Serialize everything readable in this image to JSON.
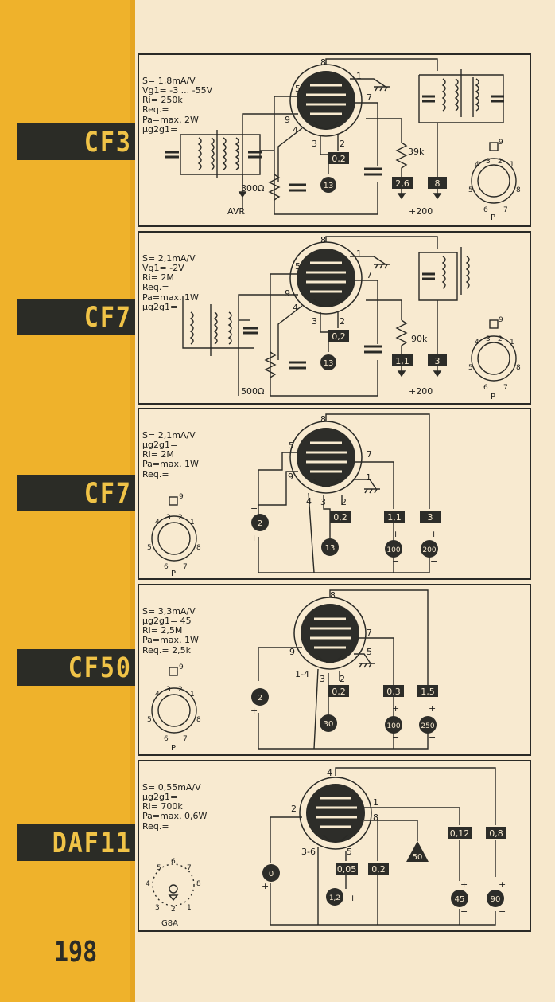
{
  "page_number": "198",
  "colors": {
    "strip": "#efb22b",
    "label_bg": "#2b2c26",
    "label_text": "#f0c347",
    "ink": "#2a2a26",
    "paper": "#f7e8cc"
  },
  "tubes": [
    {
      "name": "CF3",
      "params": [
        "S= 1,8mA/V",
        "Vg1= -3 ... -55V",
        "Ri= 250k",
        "Req.=",
        "Pa=max. 2W",
        "µg2g1="
      ],
      "pins": {
        "p8": "8",
        "p1": "1",
        "p5": "5",
        "p7": "7",
        "p9": "9",
        "p4": "4",
        "p3": "3",
        "p2": "2"
      },
      "boxes": [
        "0,2",
        "2,6",
        "8"
      ],
      "circles": [
        "13"
      ],
      "resistors": [
        "300Ω",
        "39k"
      ],
      "labels": [
        "AVR",
        "+200"
      ],
      "socket": {
        "pins": [
          "9",
          "4",
          "3",
          "2",
          "1",
          "5",
          "8",
          "6",
          "7"
        ],
        "name": "P"
      }
    },
    {
      "name": "CF7",
      "params": [
        "S= 2,1mA/V",
        "Vg1= -2V",
        "Ri= 2M",
        "Req.=",
        "Pa=max. 1W",
        "µg2g1="
      ],
      "pins": {
        "p8": "8",
        "p1": "1",
        "p5": "5",
        "p7": "7",
        "p9": "9",
        "p4": "4",
        "p3": "3",
        "p2": "2"
      },
      "boxes": [
        "0,2",
        "1,1",
        "3"
      ],
      "circles": [
        "13"
      ],
      "resistors": [
        "500Ω",
        "90k"
      ],
      "labels": [
        "+200"
      ],
      "socket": {
        "pins": [
          "9",
          "4",
          "3",
          "2",
          "1",
          "5",
          "8",
          "6",
          "7"
        ],
        "name": "P"
      }
    },
    {
      "name": "CF7",
      "params": [
        "S= 2,1mA/V",
        "µg2g1=",
        "Ri= 2M",
        "Pa=max. 1W",
        "Req.="
      ],
      "pins": {
        "p8": "8",
        "p5": "5",
        "p9": "9",
        "p7": "7",
        "p1": "1",
        "p4": "4",
        "p3": "3",
        "p2": "2"
      },
      "boxes": [
        "0,2",
        "1,1",
        "3"
      ],
      "circles": [
        "2",
        "13",
        "100",
        "200"
      ],
      "signs": [
        "−",
        "+",
        "+",
        "−",
        "+",
        "−"
      ],
      "socket": {
        "pins": [
          "9",
          "4",
          "3",
          "2",
          "1",
          "5",
          "8",
          "6",
          "7"
        ],
        "name": "P"
      }
    },
    {
      "name": "CF50",
      "params": [
        "S= 3,3mA/V",
        "µg2g1= 45",
        "Ri= 2,5M",
        "Pa=max. 1W",
        "Req.= 2,5k"
      ],
      "pins": {
        "p8": "8",
        "p9": "9",
        "p7": "7",
        "p5": "5",
        "p14": "1-4",
        "p3": "3",
        "p2": "2"
      },
      "boxes": [
        "0,2",
        "0,3",
        "1,5"
      ],
      "circles": [
        "2",
        "30",
        "100",
        "250"
      ],
      "signs": [
        "−",
        "+",
        "+",
        "−",
        "+",
        "−"
      ],
      "socket": {
        "pins": [
          "9",
          "4",
          "3",
          "2",
          "1",
          "5",
          "8",
          "6",
          "7"
        ],
        "name": "P"
      }
    },
    {
      "name": "DAF11",
      "params": [
        "S= 0,55mA/V",
        "µg2g1=",
        "Ri= 700k",
        "Pa=max. 0,6W",
        "Req.="
      ],
      "pins": {
        "p4": "4",
        "p2": "2",
        "p1": "1",
        "p8": "8",
        "p36": "3-6",
        "p5": "5"
      },
      "boxes": [
        "0,05",
        "0,2",
        "0,12",
        "0,8"
      ],
      "circles": [
        "0",
        "1,2",
        "45",
        "90"
      ],
      "triangle": "50",
      "signs": [
        "−",
        "+",
        "−",
        "+",
        "+",
        "−",
        "+",
        "−"
      ],
      "socket": {
        "pins": [
          "6",
          "5",
          "7",
          "4",
          "8",
          "3",
          "2",
          "1"
        ],
        "name": "G8A"
      }
    }
  ]
}
